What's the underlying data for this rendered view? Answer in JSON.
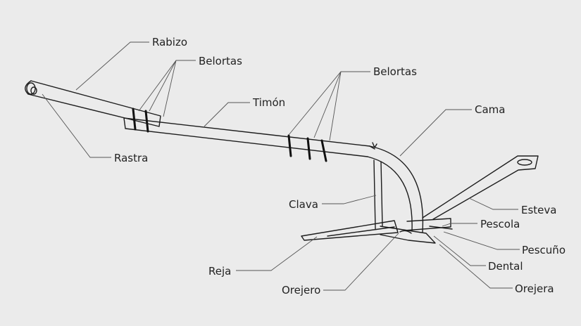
{
  "labels": {
    "rabizo": "Rabizo",
    "belortas_left": "Belortas",
    "belortas_right": "Belortas",
    "timon": "Timón",
    "cama": "Cama",
    "rastra": "Rastra",
    "clava": "Clava",
    "esteva": "Esteva",
    "pescola": "Pescola",
    "pescuno": "Pescuño",
    "reja": "Reja",
    "dental": "Dental",
    "orejero": "Orejero",
    "orejera": "Orejera"
  },
  "colors": {
    "background": "#ebebeb",
    "ink": "#1d1d1d",
    "leader": "#555555"
  }
}
